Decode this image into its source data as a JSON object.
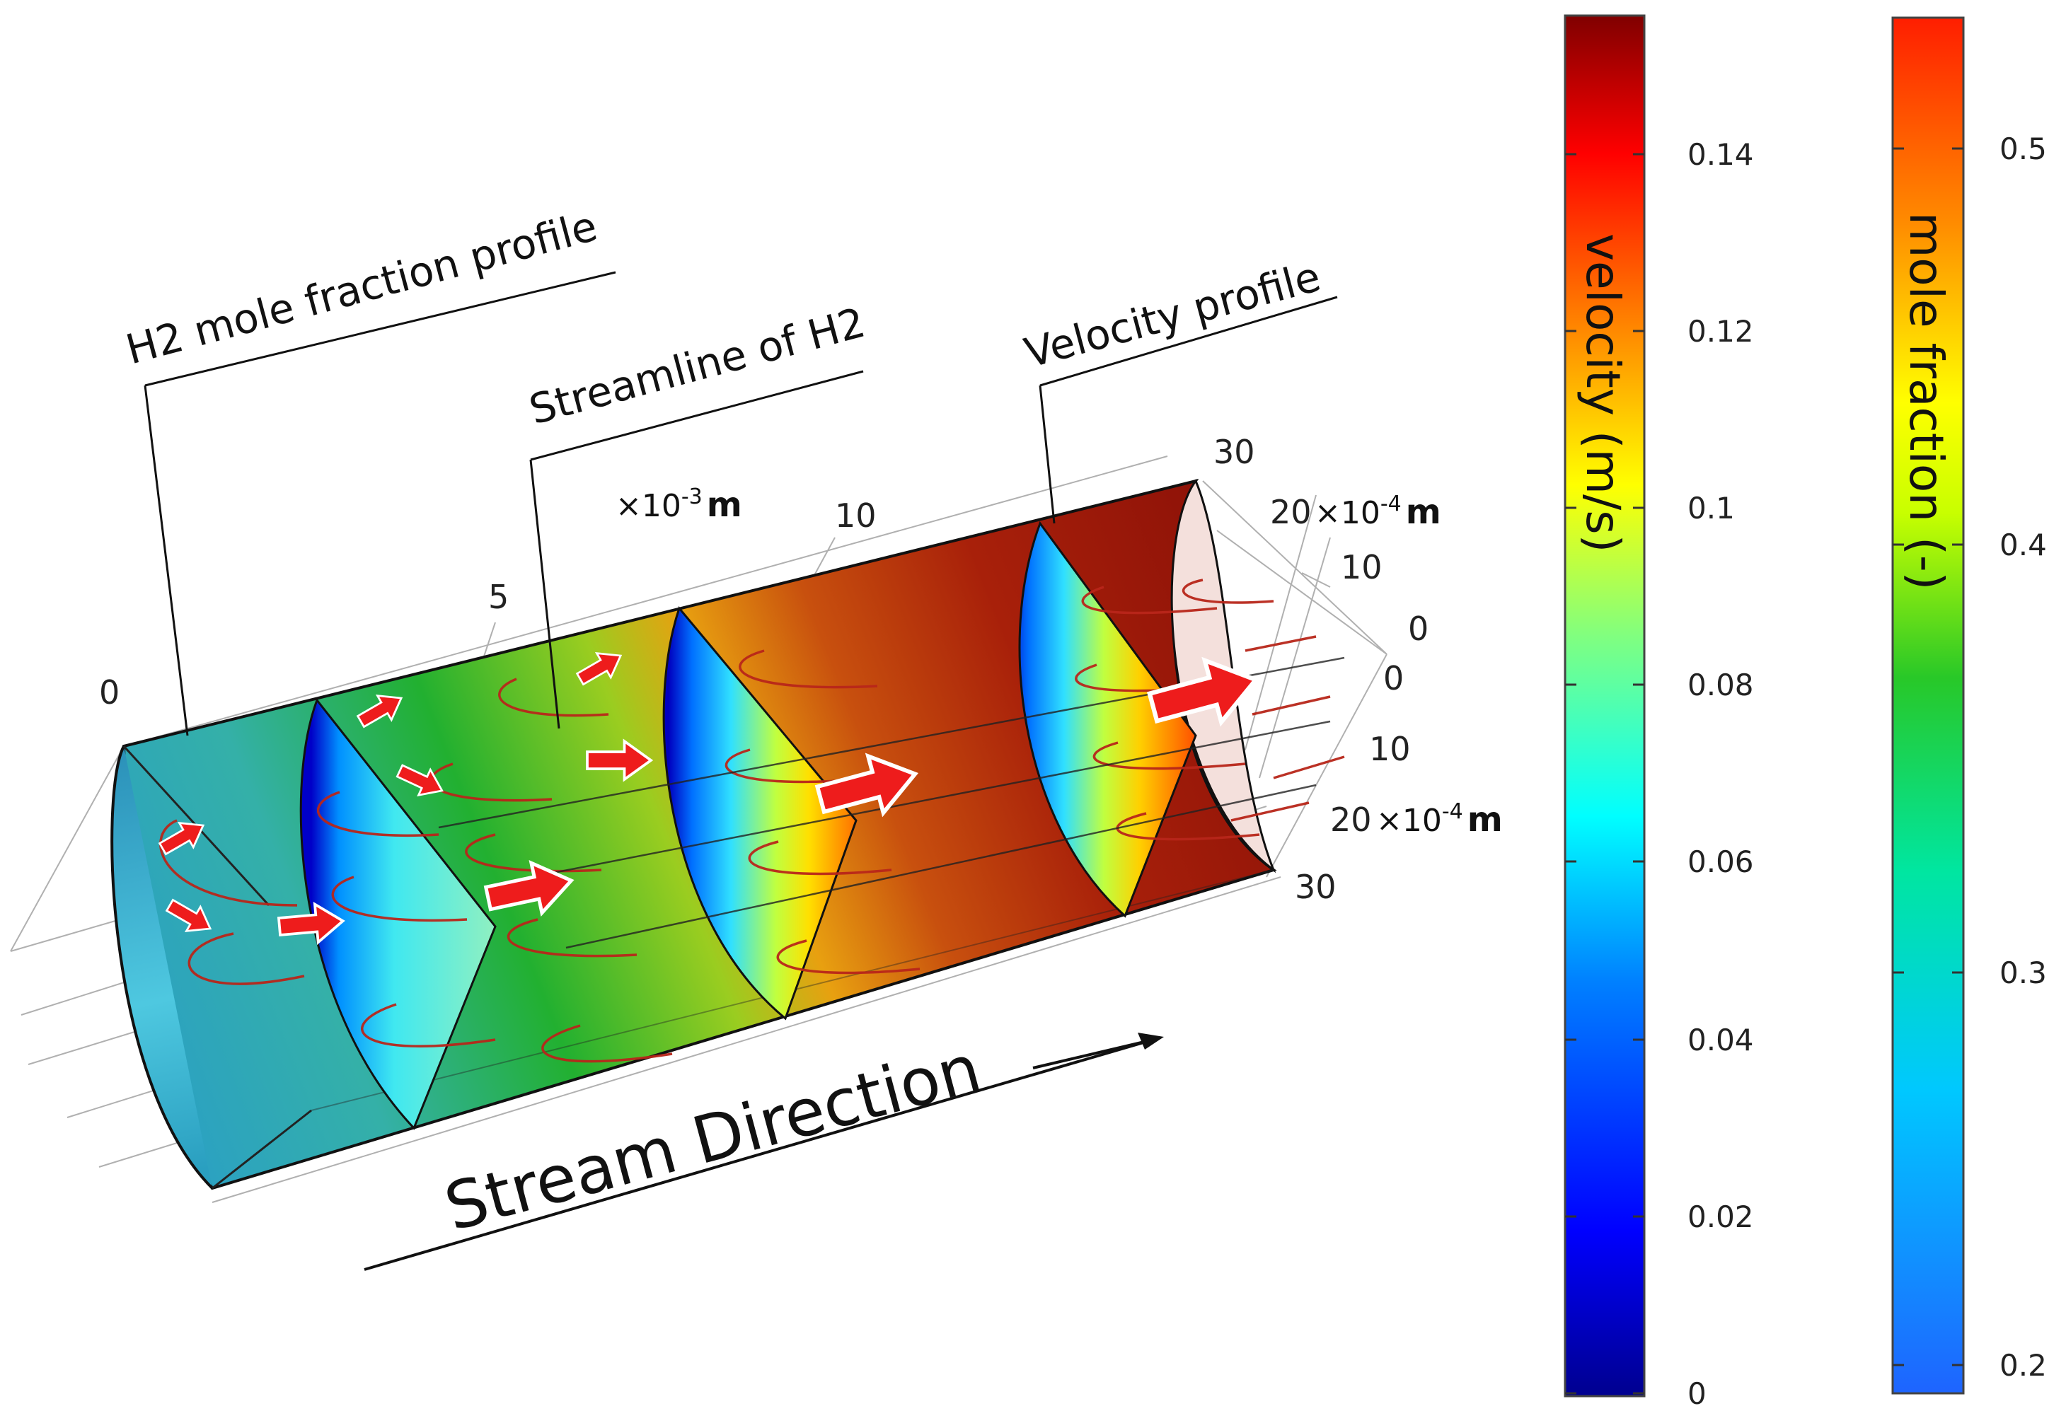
{
  "annotations": {
    "h2_profile": "H2 mole fraction profile",
    "streamline": "Streamline of H2",
    "velocity_profile": "Velocity profile",
    "stream_direction": "Stream Direction"
  },
  "axes": {
    "length_unit_prefix": "×10",
    "length_unit_exp": "-3",
    "length_unit_m": "m",
    "length_ticks": [
      "0",
      "5",
      "10"
    ],
    "depth_ticks": [
      "30",
      "20",
      "10",
      "0"
    ],
    "depth_unit_prefix": "×10",
    "depth_unit_exp": "-4",
    "depth_unit_m": "m",
    "vertical_ticks": [
      "0",
      "10",
      "20",
      "30"
    ],
    "vertical_unit_prefix": "×10",
    "vertical_unit_exp": "-4",
    "vertical_unit_m": "m"
  },
  "colorbar_velocity": {
    "title": "velocity (m/s)",
    "ticks": [
      "0",
      "0.02",
      "0.04",
      "0.06",
      "0.08",
      "0.1",
      "0.12",
      "0.14"
    ],
    "colormap": [
      "#00008f",
      "#0000ff",
      "#0080ff",
      "#00ffff",
      "#80ff80",
      "#ffff00",
      "#ff8000",
      "#ff0000",
      "#800000"
    ]
  },
  "colorbar_mole": {
    "title": "mole fraction (-)",
    "ticks": [
      "0.2",
      "0.3",
      "0.4",
      "0.5"
    ],
    "colormap": [
      "#1e64ff",
      "#00c8ff",
      "#00e6a0",
      "#28c828",
      "#c8ff00",
      "#ffff00",
      "#ff8c00",
      "#ff1e00"
    ]
  }
}
